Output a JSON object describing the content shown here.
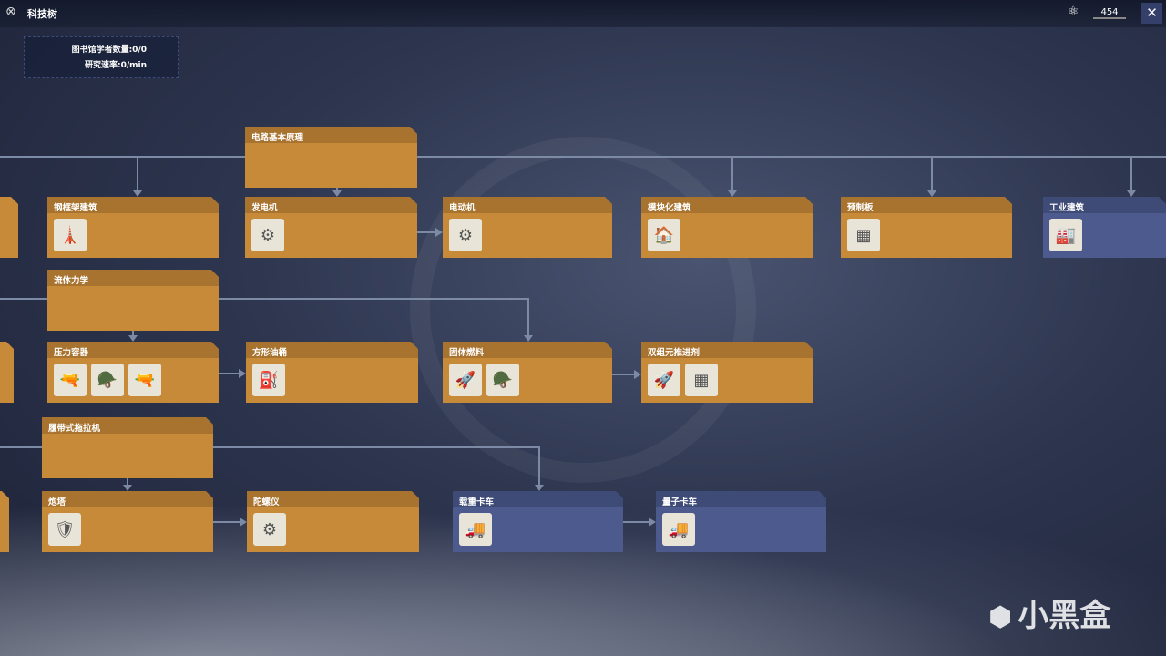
{
  "header": {
    "title": "科技树",
    "resource_value": "454",
    "close": "✕"
  },
  "stats": {
    "scholars": "图书馆学者数量:0/0",
    "rate": "研究速率:0/min"
  },
  "nodes": [
    {
      "id": "n0",
      "name": "电路基本原理",
      "icons": [],
      "color": "orange"
    },
    {
      "id": "n1",
      "name": "钢框架建筑",
      "icons": [
        "🗼"
      ],
      "color": "orange"
    },
    {
      "id": "n2",
      "name": "发电机",
      "icons": [
        "⚙"
      ],
      "color": "orange"
    },
    {
      "id": "n3",
      "name": "电动机",
      "icons": [
        "⚙"
      ],
      "color": "orange"
    },
    {
      "id": "n4",
      "name": "模块化建筑",
      "icons": [
        "🏠"
      ],
      "color": "orange"
    },
    {
      "id": "n5",
      "name": "预制板",
      "icons": [
        "▦"
      ],
      "color": "orange"
    },
    {
      "id": "n6",
      "name": "工业建筑",
      "icons": [
        "🏭"
      ],
      "color": "blue"
    },
    {
      "id": "n7",
      "name": "流体力学",
      "icons": [],
      "color": "orange"
    },
    {
      "id": "n8",
      "name": "压力容器",
      "icons": [
        "🔫",
        "🪖",
        "🔫"
      ],
      "color": "orange"
    },
    {
      "id": "n9",
      "name": "方形油桶",
      "icons": [
        "⛽"
      ],
      "color": "orange"
    },
    {
      "id": "n10",
      "name": "固体燃料",
      "icons": [
        "🚀",
        "🪖"
      ],
      "color": "orange"
    },
    {
      "id": "n11",
      "name": "双组元推进剂",
      "icons": [
        "🚀",
        "▦"
      ],
      "color": "orange"
    },
    {
      "id": "n12",
      "name": "履带式拖拉机",
      "icons": [],
      "color": "orange"
    },
    {
      "id": "n13",
      "name": "炮塔",
      "icons": [
        "🛡"
      ],
      "color": "orange"
    },
    {
      "id": "n14",
      "name": "陀螺仪",
      "icons": [
        "⚙"
      ],
      "color": "orange"
    },
    {
      "id": "n15",
      "name": "载重卡车",
      "icons": [
        "🚚"
      ],
      "color": "blue"
    },
    {
      "id": "n16",
      "name": "量子卡车",
      "icons": [
        "🚚"
      ],
      "color": "blue"
    }
  ],
  "watermark": "小黑盒"
}
